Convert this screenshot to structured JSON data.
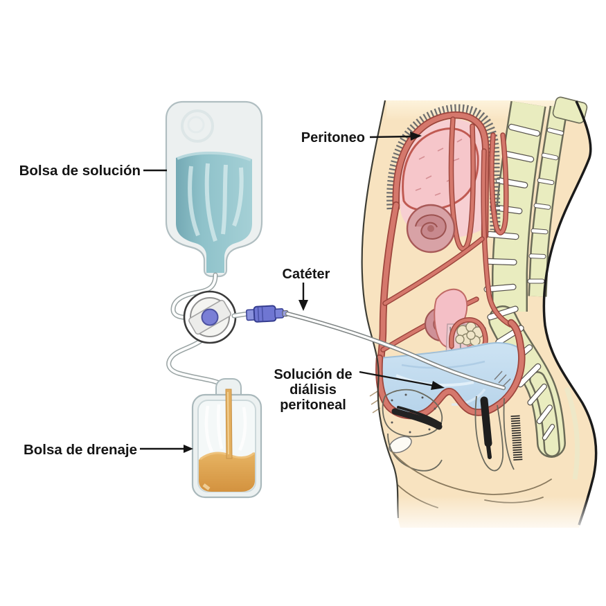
{
  "diagram": {
    "subject": "Diálisis peritoneal (ilustración médica)",
    "type": "medical-cross-section",
    "components": [
      "solution-bag",
      "transfer-valve",
      "catheter-connector",
      "catheter",
      "drainage-bag",
      "body-cross-section",
      "peritoneum",
      "spine",
      "dialysis-fluid-pool"
    ]
  },
  "labels": {
    "solution_bag": "Bolsa de solución",
    "drainage_bag": "Bolsa de drenaje",
    "catheter": "Catéter",
    "peritoneum": "Peritoneo",
    "dialysis_solution": {
      "line1": "Solución de",
      "line2": "diálisis",
      "line3": "peritoneal"
    }
  },
  "colors": {
    "background": "#ffffff",
    "label_text": "#141414",
    "bag_shell": "#ecf0f0",
    "solution_liquid": "#8fc2ca",
    "drainage_liquid": "#dd9f4e",
    "tube_gray": "#98a2a2",
    "connector_blue": "#6f76d2",
    "valve_dot_blue": "#7a7fd6",
    "skin": "#f8e3c0",
    "peritoneum_membrane": "#cf6a5f",
    "organ_pink": "#f6c6ca",
    "intestine_mauve": "#d8a2a6",
    "vertebrae": "#e9ecbf",
    "dialysis_fluid": "#c3dcef"
  }
}
